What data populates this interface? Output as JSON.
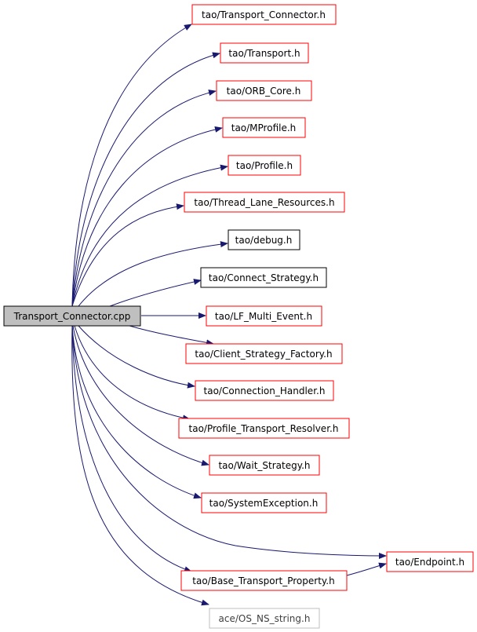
{
  "colors": {
    "edge": "#191970",
    "red_border": "#ff0000",
    "black_border": "#000000",
    "gray_border": "#bfbfbf",
    "source_fill": "#bfbfbf",
    "node_fill": "#ffffff"
  },
  "source": {
    "label": "Transport_Connector.cpp"
  },
  "nodes": [
    {
      "id": "n1",
      "label": "tao/Transport_Connector.h",
      "border": "red"
    },
    {
      "id": "n2",
      "label": "tao/Transport.h",
      "border": "red"
    },
    {
      "id": "n3",
      "label": "tao/ORB_Core.h",
      "border": "red"
    },
    {
      "id": "n4",
      "label": "tao/MProfile.h",
      "border": "red"
    },
    {
      "id": "n5",
      "label": "tao/Profile.h",
      "border": "red"
    },
    {
      "id": "n6",
      "label": "tao/Thread_Lane_Resources.h",
      "border": "red"
    },
    {
      "id": "n7",
      "label": "tao/debug.h",
      "border": "black"
    },
    {
      "id": "n8",
      "label": "tao/Connect_Strategy.h",
      "border": "black"
    },
    {
      "id": "n9",
      "label": "tao/LF_Multi_Event.h",
      "border": "red"
    },
    {
      "id": "n10",
      "label": "tao/Client_Strategy_Factory.h",
      "border": "red"
    },
    {
      "id": "n11",
      "label": "tao/Connection_Handler.h",
      "border": "red"
    },
    {
      "id": "n12",
      "label": "tao/Profile_Transport_Resolver.h",
      "border": "red"
    },
    {
      "id": "n13",
      "label": "tao/Wait_Strategy.h",
      "border": "red"
    },
    {
      "id": "n14",
      "label": "tao/SystemException.h",
      "border": "red"
    },
    {
      "id": "n15",
      "label": "tao/Endpoint.h",
      "border": "red"
    },
    {
      "id": "n16",
      "label": "tao/Base_Transport_Property.h",
      "border": "red"
    },
    {
      "id": "n17",
      "label": "ace/OS_NS_string.h",
      "border": "gray"
    }
  ],
  "edges": [
    {
      "from": "source",
      "to": "n1"
    },
    {
      "from": "source",
      "to": "n2"
    },
    {
      "from": "source",
      "to": "n3"
    },
    {
      "from": "source",
      "to": "n4"
    },
    {
      "from": "source",
      "to": "n5"
    },
    {
      "from": "source",
      "to": "n6"
    },
    {
      "from": "source",
      "to": "n7"
    },
    {
      "from": "source",
      "to": "n8"
    },
    {
      "from": "source",
      "to": "n9"
    },
    {
      "from": "source",
      "to": "n10"
    },
    {
      "from": "source",
      "to": "n11"
    },
    {
      "from": "source",
      "to": "n12"
    },
    {
      "from": "source",
      "to": "n13"
    },
    {
      "from": "source",
      "to": "n14"
    },
    {
      "from": "source",
      "to": "n15"
    },
    {
      "from": "source",
      "to": "n16"
    },
    {
      "from": "source",
      "to": "n17"
    },
    {
      "from": "n16",
      "to": "n15"
    }
  ]
}
